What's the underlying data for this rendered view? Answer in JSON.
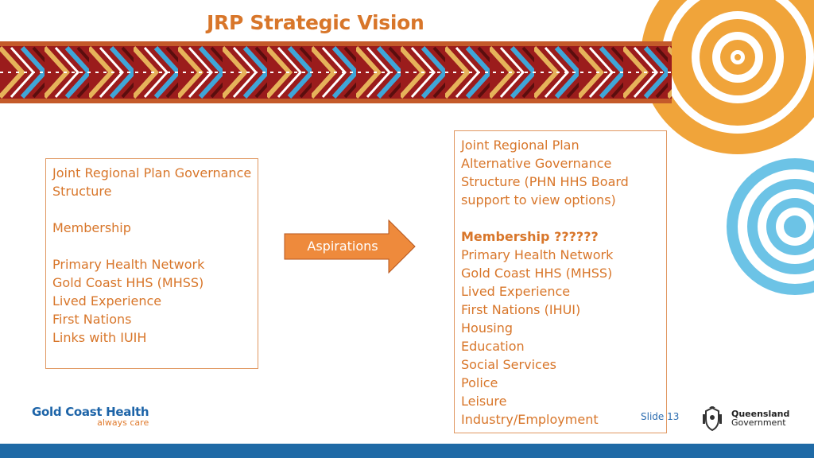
{
  "slide": {
    "title": "JRP Strategic Vision",
    "slide_number_label": "Slide 13"
  },
  "left_box": {
    "lines": [
      "Joint Regional Plan Governance",
      "Structure",
      "",
      "Membership",
      "",
      "Primary Health Network",
      "Gold Coast HHS (MHSS)",
      "Lived Experience",
      "First Nations",
      "Links with IUIH"
    ]
  },
  "arrow": {
    "label": "Aspirations"
  },
  "right_box": {
    "lines": [
      "Joint Regional Plan",
      "Alternative Governance",
      "Structure (PHN HHS Board",
      "support  to view options)",
      "",
      "Membership ??????",
      "Primary Health Network",
      "Gold Coast HHS (MHSS)",
      "Lived Experience",
      "First Nations (IHUI)",
      "Housing",
      "Education",
      "Social Services",
      "Police",
      "Leisure",
      "Industry/Employment"
    ]
  },
  "logos": {
    "gold_coast_health": {
      "name": "Gold Coast Health",
      "tagline": "always care"
    },
    "queensland_government": {
      "line1": "Queensland",
      "line2": "Government"
    }
  },
  "colors": {
    "accent_orange": "#d8762a",
    "box_border": "#e09760",
    "footer_blue": "#1f6aa6",
    "banner_red": "#9b1c1c",
    "banner_blue": "#3fa6d8",
    "circle_orange": "#f0a43a",
    "circle_blue": "#6cc3e6"
  }
}
